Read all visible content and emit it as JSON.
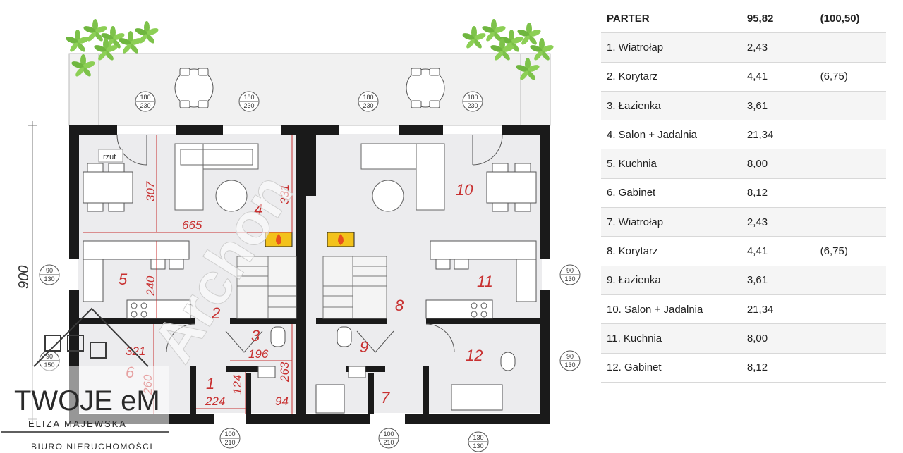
{
  "plan": {
    "dimensions": {
      "d900": "900",
      "d307": "307",
      "d331": "331",
      "d665": "665",
      "d240": "240",
      "d321": "321",
      "d260": "260",
      "d196": "196",
      "d263": "263",
      "d224": "224",
      "d124": "124",
      "d94": "94"
    },
    "room_numbers": [
      "1",
      "2",
      "3",
      "4",
      "5",
      "6",
      "7",
      "8",
      "9",
      "10",
      "11",
      "12"
    ],
    "openings": {
      "w180a": [
        "180",
        "230"
      ],
      "w180b": [
        "180",
        "230"
      ],
      "w180c": [
        "180",
        "230"
      ],
      "w180d": [
        "180",
        "230"
      ],
      "w90l": [
        "90",
        "130"
      ],
      "w90r": [
        "90",
        "130"
      ],
      "w90r2": [
        "90",
        "130"
      ],
      "w90l2": [
        "90",
        "150"
      ],
      "d100a": [
        "100",
        "210"
      ],
      "d100b": [
        "100",
        "210"
      ],
      "w130": [
        "130",
        "130"
      ]
    },
    "rzut_label": "rzut",
    "watermark": "Archon"
  },
  "logo": {
    "title": "TWOJE eM",
    "subtitle": "ELIZA MAJEWSKA",
    "agency": "BIURO NIERUCHOMOŚCI"
  },
  "table": {
    "header": {
      "name": "PARTER",
      "area": "95,82",
      "alt": "(100,50)"
    },
    "rows": [
      {
        "name": "1. Wiatrołap",
        "area": "2,43",
        "alt": ""
      },
      {
        "name": "2. Korytarz",
        "area": "4,41",
        "alt": "(6,75)"
      },
      {
        "name": "3. Łazienka",
        "area": "3,61",
        "alt": ""
      },
      {
        "name": "4. Salon + Jadalnia",
        "area": "21,34",
        "alt": ""
      },
      {
        "name": "5. Kuchnia",
        "area": "8,00",
        "alt": ""
      },
      {
        "name": "6. Gabinet",
        "area": "8,12",
        "alt": ""
      },
      {
        "name": "7. Wiatrołap",
        "area": "2,43",
        "alt": ""
      },
      {
        "name": "8. Korytarz",
        "area": "4,41",
        "alt": "(6,75)"
      },
      {
        "name": "9. Łazienka",
        "area": "3,61",
        "alt": ""
      },
      {
        "name": "10. Salon + Jadalnia",
        "area": "21,34",
        "alt": ""
      },
      {
        "name": "11. Kuchnia",
        "area": "8,00",
        "alt": ""
      },
      {
        "name": "12. Gabinet",
        "area": "8,12",
        "alt": ""
      }
    ]
  }
}
